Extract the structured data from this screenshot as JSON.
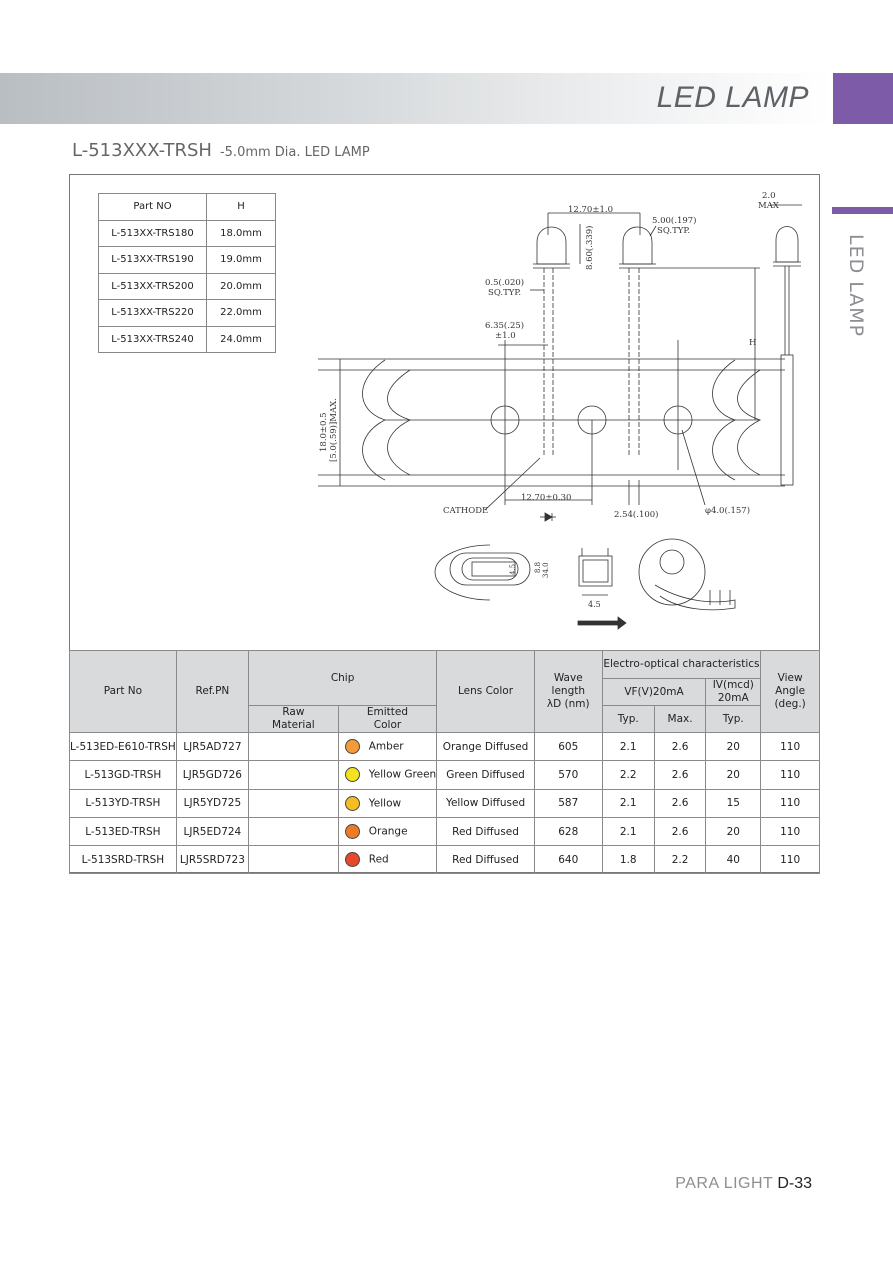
{
  "header": {
    "banner_title": "LED LAMP",
    "side_label": "LED LAMP"
  },
  "title": {
    "model": "L-513XXX-TRSH",
    "subtitle": "-5.0mm Dia. LED LAMP"
  },
  "h_table": {
    "headers": [
      "Part NO",
      "H"
    ],
    "rows": [
      [
        "L-513XX-TRS180",
        "18.0mm"
      ],
      [
        "L-513XX-TRS190",
        "19.0mm"
      ],
      [
        "L-513XX-TRS200",
        "20.0mm"
      ],
      [
        "L-513XX-TRS220",
        "22.0mm"
      ],
      [
        "L-513XX-TRS240",
        "24.0mm"
      ]
    ]
  },
  "drawing": {
    "dim_top": "12.70±1.0",
    "dim_lens_h": "8.60(.339)",
    "dim_sq": "5.00(.197)",
    "dim_sq_typ": "SQ.TYP.",
    "dim_lead": "0.5(.020)",
    "dim_lead_typ": "SQ.TYP.",
    "dim_pitch": "6.35(.25)",
    "dim_pitch_tol": "±1.0",
    "dim_max_val": "2.0",
    "dim_max": "MAX",
    "dim_h": "H",
    "dim_tape_w": "18.0±0.5",
    "dim_tape_max": "[5.0(.59)]MAX.",
    "dim_bottom": "12.70±0.30",
    "cathode": "CATHODE",
    "dim_spacing": "2.54(.100)",
    "dim_hole": "φ4.0(.157)",
    "box_dim_1": "4.5",
    "box_dim_2": "8.8",
    "box_dim_3": "34.0",
    "box_dim_4": "4.5"
  },
  "spec_table": {
    "headers": {
      "part_no": "Part No",
      "ref_pn": "Ref.PN",
      "chip": "Chip",
      "raw_material": "Raw Material",
      "emitted_color": "Emitted Color",
      "lens_color": "Lens Color",
      "wave_length": "Wave length λD (nm)",
      "electro_optical": "Electro-optical characteristics",
      "vf": "VF(V)20mA",
      "iv": "IV(mcd) 20mA",
      "typ": "Typ.",
      "max": "Max.",
      "typ2": "Typ.",
      "view_angle": "View Angle (deg.)"
    },
    "rows": [
      {
        "part_no": "L-513ED-E610-TRSH",
        "ref_pn": "LJR5AD727",
        "raw": "",
        "color_hex": "#f39a3b",
        "emitted": "Amber",
        "lens": "Orange Diffused",
        "wave": "605",
        "vf_typ": "2.1",
        "vf_max": "2.6",
        "iv_typ": "20",
        "angle": "110"
      },
      {
        "part_no": "L-513GD-TRSH",
        "ref_pn": "LJR5GD726",
        "raw": "",
        "color_hex": "#f4e21f",
        "emitted": "Yellow Green",
        "lens": "Green Diffused",
        "wave": "570",
        "vf_typ": "2.2",
        "vf_max": "2.6",
        "iv_typ": "20",
        "angle": "110"
      },
      {
        "part_no": "L-513YD-TRSH",
        "ref_pn": "LJR5YD725",
        "raw": "",
        "color_hex": "#f6bd22",
        "emitted": "Yellow",
        "lens": "Yellow Diffused",
        "wave": "587",
        "vf_typ": "2.1",
        "vf_max": "2.6",
        "iv_typ": "15",
        "angle": "110"
      },
      {
        "part_no": "L-513ED-TRSH",
        "ref_pn": "LJR5ED724",
        "raw": "",
        "color_hex": "#ef7a26",
        "emitted": "Orange",
        "lens": "Red Diffused",
        "wave": "628",
        "vf_typ": "2.1",
        "vf_max": "2.6",
        "iv_typ": "20",
        "angle": "110"
      },
      {
        "part_no": "L-513SRD-TRSH",
        "ref_pn": "LJR5SRD723",
        "raw": "",
        "color_hex": "#e8472a",
        "emitted": "Red",
        "lens": "Red Diffused",
        "wave": "640",
        "vf_typ": "1.8",
        "vf_max": "2.2",
        "iv_typ": "40",
        "angle": "110"
      }
    ]
  },
  "footer": {
    "brand": "PARA LIGHT",
    "page": "D-33"
  },
  "colors": {
    "accent": "#7e5ba8",
    "header_fill": "#d9dadb"
  }
}
